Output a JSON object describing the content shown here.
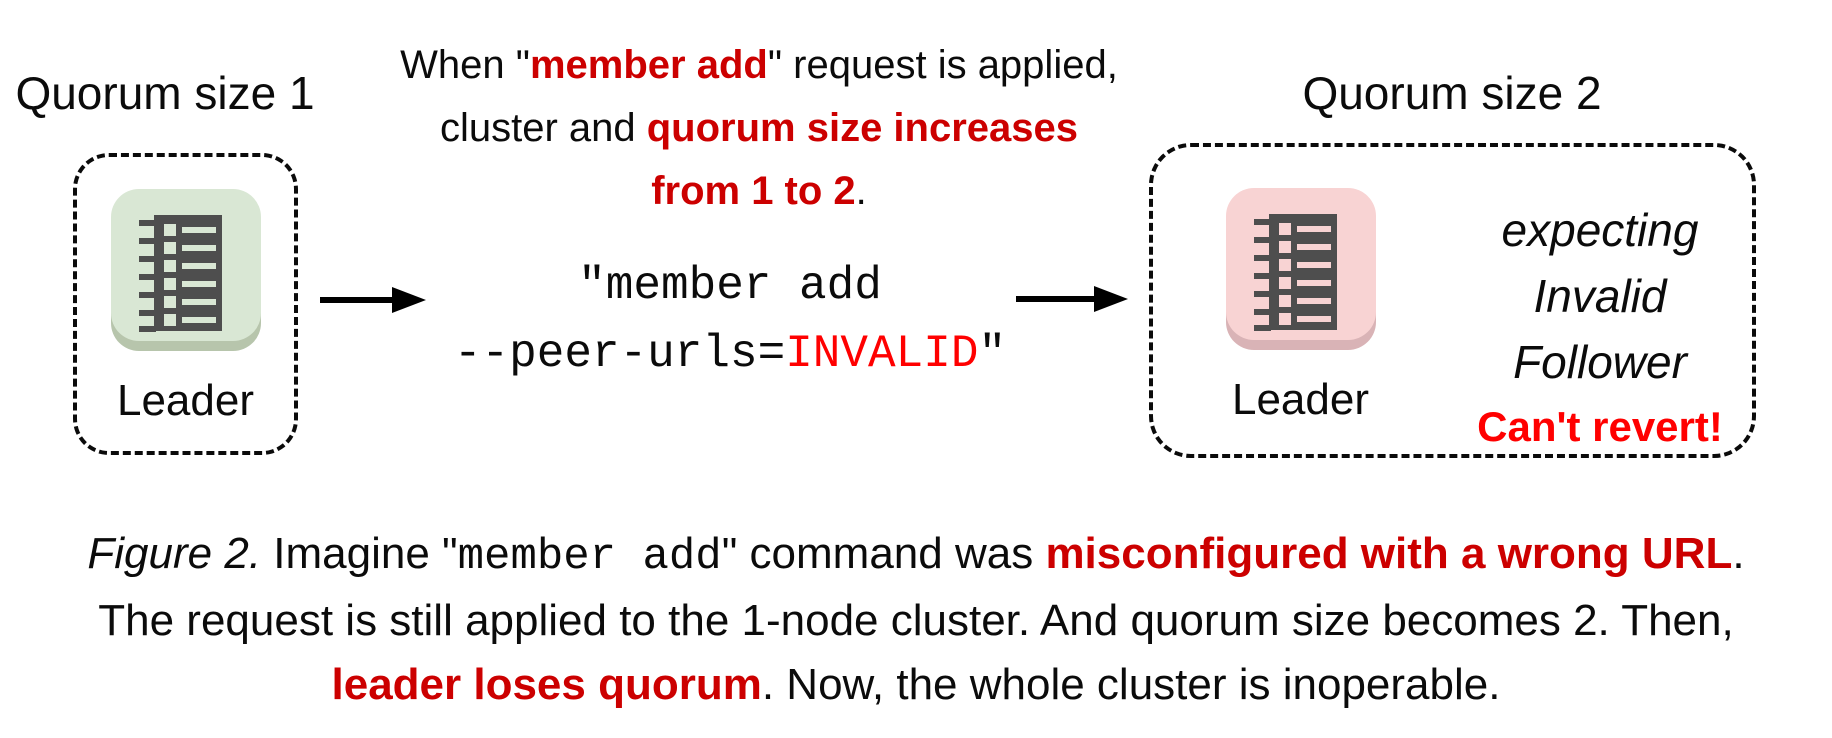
{
  "colors": {
    "dark_red": "#cc0000",
    "bright_red": "#ff0000",
    "left_icon_bg": "#d9e7d4",
    "left_icon_shadow": "#b7c5ac",
    "right_icon_bg": "#f8d3d3",
    "right_icon_shadow": "#d9b3b6",
    "icon_glyph": "#4e4e4e"
  },
  "left_cluster": {
    "title": "Quorum size 1",
    "node_label": "Leader"
  },
  "right_cluster": {
    "title": "Quorum size 2",
    "node_label": "Leader",
    "status_lines": [
      "expecting",
      "Invalid",
      "Follower"
    ],
    "warning": "Can't revert!"
  },
  "annotation": {
    "segments": [
      {
        "text": "When \"",
        "style": "plain"
      },
      {
        "text": "member add",
        "style": "red-bold"
      },
      {
        "text": "\" request is applied,",
        "style": "plain"
      },
      {
        "style": "br"
      },
      {
        "text": "cluster and ",
        "style": "plain"
      },
      {
        "text": "quorum size increases",
        "style": "red-bold"
      },
      {
        "style": "br"
      },
      {
        "text": "from 1 to 2",
        "style": "red-bold"
      },
      {
        "text": ".",
        "style": "plain"
      }
    ]
  },
  "command": {
    "segments": [
      {
        "text": "\"member add",
        "style": "plain"
      },
      {
        "style": "br"
      },
      {
        "text": "--peer-urls=",
        "style": "plain"
      },
      {
        "text": "INVALID",
        "style": "bright-red"
      },
      {
        "text": "\"",
        "style": "plain"
      }
    ]
  },
  "caption": {
    "segments": [
      {
        "text": "Figure 2.",
        "style": "italic"
      },
      {
        "text": " Imagine \"",
        "style": "plain"
      },
      {
        "text": "member add",
        "style": "mono"
      },
      {
        "text": "\" command was ",
        "style": "plain"
      },
      {
        "text": "misconfigured with a wrong URL",
        "style": "red-bold"
      },
      {
        "text": ".",
        "style": "plain"
      },
      {
        "style": "br"
      },
      {
        "text": "The request is still applied to the 1-node cluster. And quorum size becomes 2. Then,",
        "style": "plain"
      },
      {
        "style": "br"
      },
      {
        "text": "leader loses quorum",
        "style": "red-bold"
      },
      {
        "text": ". Now, the whole cluster is inoperable.",
        "style": "plain"
      }
    ]
  }
}
